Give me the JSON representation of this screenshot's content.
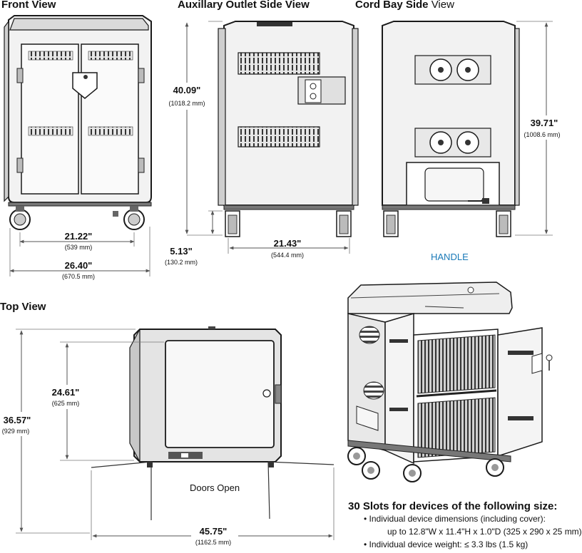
{
  "views": {
    "front": {
      "title": "Front View"
    },
    "aux": {
      "title": "Auxillary Outlet Side View"
    },
    "cord": {
      "title_bold": "Cord Bay Side",
      "title_light": "View"
    },
    "top": {
      "title": "Top View"
    }
  },
  "dimensions": {
    "front_inner_width": {
      "value": "21.22\"",
      "mm": "(539 mm)"
    },
    "front_overall_width": {
      "value": "26.40\"",
      "mm": "(670.5 mm)"
    },
    "aux_height": {
      "value": "40.09\"",
      "mm": "(1018.2 mm)"
    },
    "aux_caster_height": {
      "value": "5.13\"",
      "mm": "(130.2 mm)"
    },
    "aux_width": {
      "value": "21.43\"",
      "mm": "(544.4 mm)"
    },
    "cord_height": {
      "value": "39.71\"",
      "mm": "(1008.6 mm)"
    },
    "top_depth": {
      "value": "24.61\"",
      "mm": "(625 mm)"
    },
    "top_overall_depth": {
      "value": "36.57\"",
      "mm": "(929 mm)"
    },
    "top_doors_open_width": {
      "value": "45.75\"",
      "mm": "(1162.5 mm)"
    }
  },
  "labels": {
    "handle": "HANDLE",
    "doors_open": "Doors Open"
  },
  "spec": {
    "title": "30 Slots for devices of the following size:",
    "line1": "• Individual  device dimensions (including cover):",
    "line2": "up to 12.8\"W x 11.4\"H x 1.0\"D (325 x 290 x 25 mm)",
    "line3": "• Individual device weight: ≤ 3.3 lbs (1.5 kg)"
  },
  "colors": {
    "outline": "#1a1a1a",
    "body_gray": "#d9d9d9",
    "dark_gray": "#555555",
    "dim_line": "#555555",
    "handle_blue": "#1a7ab8"
  }
}
